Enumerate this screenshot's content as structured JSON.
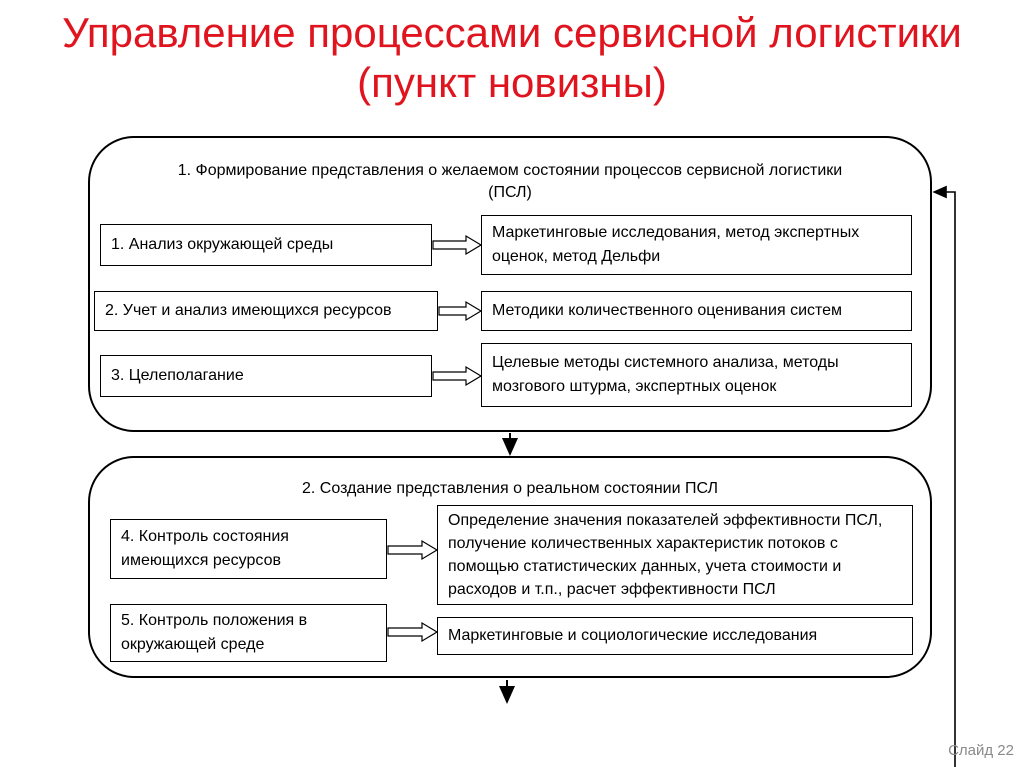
{
  "title": {
    "line1": "Управление процессами сервисной логистики",
    "line2": "(пункт новизны)"
  },
  "group1": {
    "heading_line1": "1. Формирование представления о желаемом состоянии процессов сервисной логистики",
    "heading_line2": "(ПСЛ)",
    "rows": [
      {
        "left": "1. Анализ окружающей среды",
        "right": "Маркетинговые исследования, метод экспертных оценок, метод Дельфи"
      },
      {
        "left": "2. Учет и анализ имеющихся ресурсов",
        "right": "Методики количественного оценивания систем"
      },
      {
        "left": "3. Целеполагание",
        "right": "Целевые методы системного анализа, методы мозгового штурма, экспертных оценок"
      }
    ]
  },
  "group2": {
    "heading": "2. Создание представления о реальном состоянии ПСЛ",
    "rows": [
      {
        "left": "4. Контроль состояния имеющихся ресурсов",
        "right": "Определение значения показателей эффективности ПСЛ, получение количественных характеристик потоков с помощью статистических данных, учета стоимости и расходов и т.п., расчет эффективности ПСЛ"
      },
      {
        "left": "5. Контроль положения в окружающей среде",
        "right": "Маркетинговые и социологические исследования"
      }
    ]
  },
  "footer": {
    "slide_label": "Слайд 22"
  }
}
